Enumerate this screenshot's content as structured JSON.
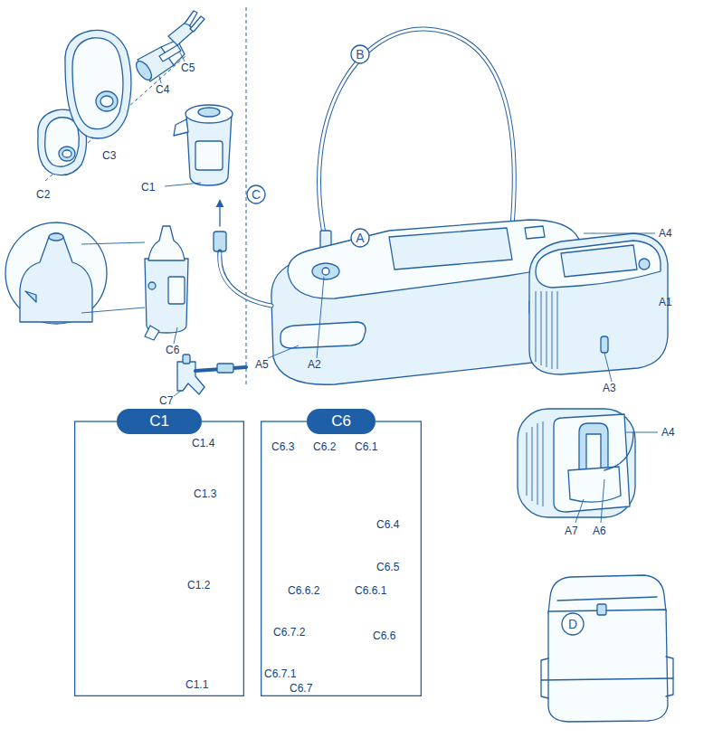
{
  "diagram": {
    "nodes": [
      {
        "text": [
          "B"
        ]
      },
      {
        "text": [
          "C"
        ]
      },
      {
        "text": [
          "A"
        ]
      },
      {
        "text": [
          "C1"
        ]
      },
      {
        "text": [
          "C6"
        ]
      },
      {
        "text": [
          "D"
        ]
      }
    ],
    "labels": [
      "C5",
      "C4",
      "C3",
      "C2",
      "C1",
      "C6",
      "C7",
      "A4",
      "A1",
      "A5",
      "A2",
      "A3",
      "A4",
      "A7",
      "A6",
      "C1.4",
      "C1.3",
      "C1.2",
      "C1.1",
      "C6.3",
      "C6.2",
      "C6.1",
      "C6.4",
      "C6.5",
      "C6.6.2",
      "C6.6.1",
      "C6.6",
      "C6.7.2",
      "C6.7.1",
      "C6.7"
    ]
  }
}
